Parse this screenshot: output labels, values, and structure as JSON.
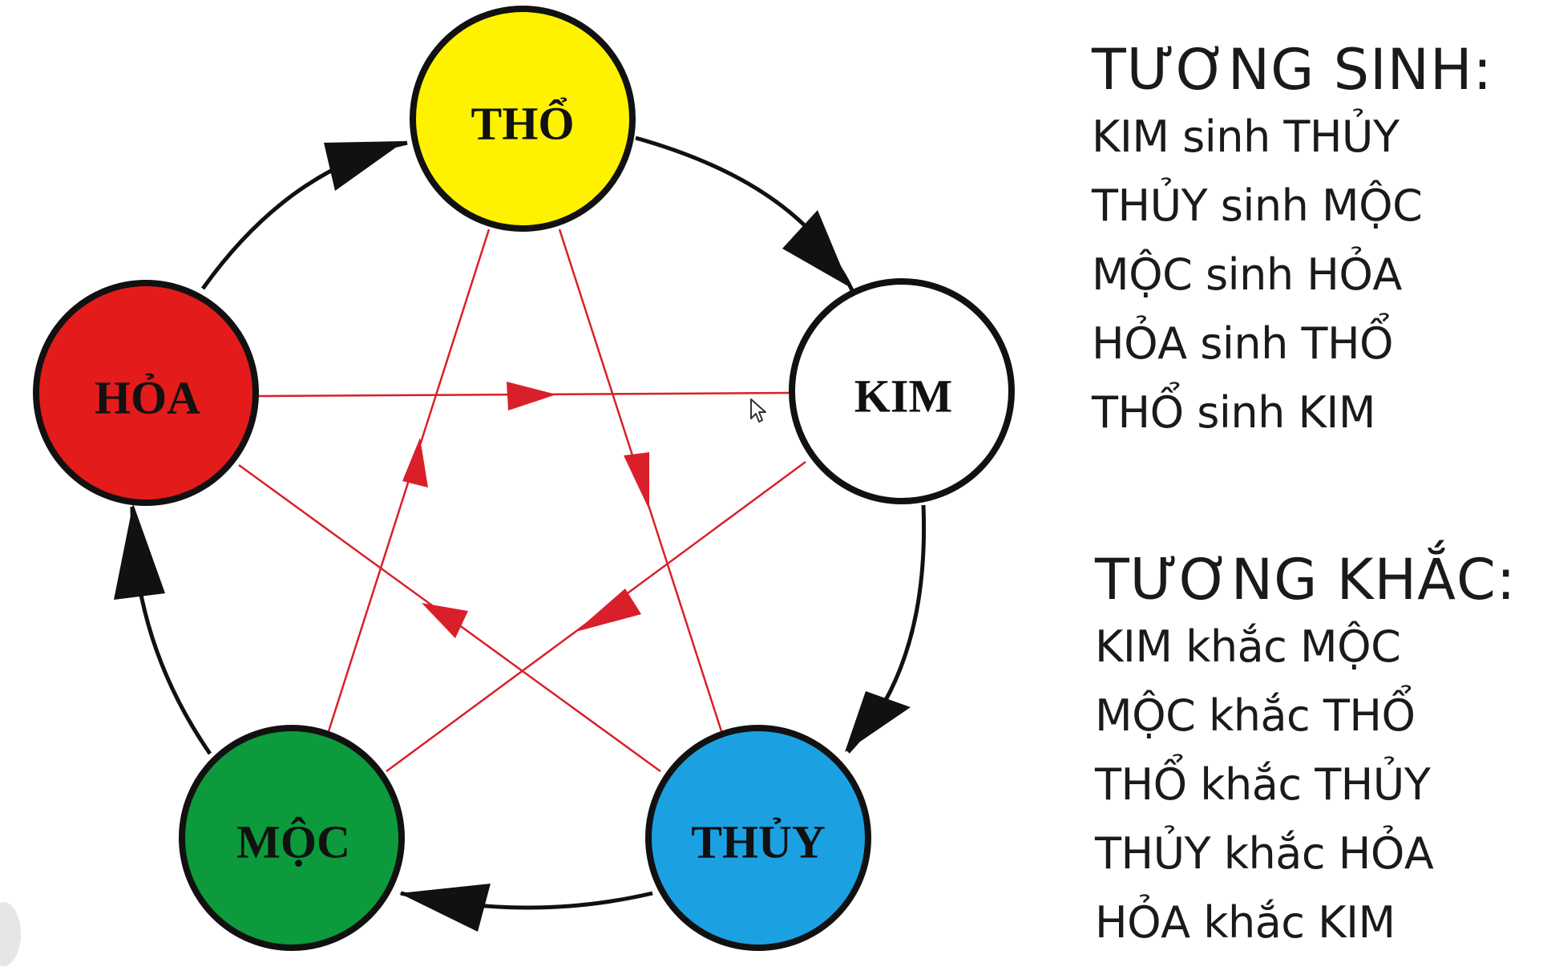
{
  "nodes": {
    "tho": {
      "label": "THỔ",
      "color": "#FFF200"
    },
    "kim": {
      "label": "KIM",
      "color": "#FFFFFF"
    },
    "thuy": {
      "label": "THỦY",
      "color": "#1BA1E2"
    },
    "moc": {
      "label": "MỘC",
      "color": "#0C9A3C"
    },
    "hoa": {
      "label": "HỎA",
      "color": "#E41B1B"
    }
  },
  "colors": {
    "generating_arrow": "#111111",
    "overcoming_arrow": "#D9202A"
  },
  "tuong_sinh": {
    "title": "TƯƠNG SINH:",
    "items": [
      "KIM sinh THỦY",
      "THỦY sinh MỘC",
      "MỘC sinh HỎA",
      "HỎA sinh THỔ",
      "THỔ sinh KIM"
    ]
  },
  "tuong_khac": {
    "title": "TƯƠNG KHẮC:",
    "items": [
      "KIM khắc MỘC",
      "MỘC khắc THỔ",
      "THỔ khắc THỦY",
      "THỦY khắc HỎA",
      "HỎA khắc KIM"
    ]
  }
}
